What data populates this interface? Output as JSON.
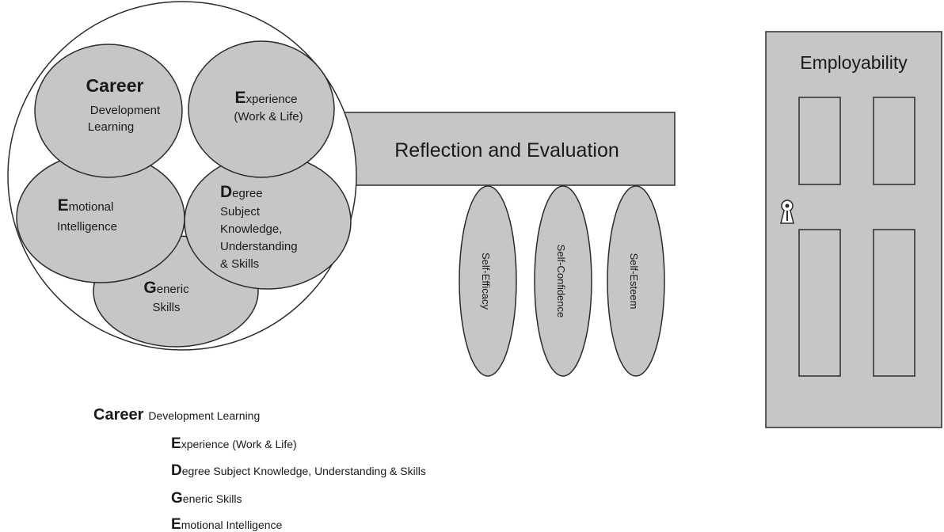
{
  "colors": {
    "fill": "#c6c6c6",
    "stroke": "#2b2b2b",
    "background": "#ffffff"
  },
  "key": {
    "career": {
      "initial": "Career",
      "rest": "Development Learning"
    },
    "experience": {
      "initial": "E",
      "rest": "xperience",
      "line2": "(Work & Life)"
    },
    "degree": {
      "initial": "D",
      "rest": "egree",
      "line2": "Subject",
      "line3": "Knowledge,",
      "line4": "Understanding",
      "line5": "& Skills"
    },
    "emotional": {
      "initial": "E",
      "rest": "motional",
      "line2": "Intelligence"
    },
    "generic": {
      "initial": "G",
      "rest": "eneric",
      "line2": "Skills"
    }
  },
  "career_line2": "Development",
  "career_line3": "Learning",
  "bar_label": "Reflection and Evaluation",
  "pillars": [
    "Self-Efficacy",
    "Self-Confidence",
    "Self-Esteem"
  ],
  "door": {
    "title": "Employability",
    "keyhole_icon": "keyhole-icon"
  },
  "legend": {
    "career": {
      "initial": "Career",
      "rest": "Development Learning"
    },
    "experience": {
      "initial": "E",
      "rest": "xperience (Work & Life)"
    },
    "degree": {
      "initial": "D",
      "rest": "egree Subject Knowledge, Understanding & Skills"
    },
    "generic": {
      "initial": "G",
      "rest": "eneric Skills"
    },
    "emotional": {
      "initial": "E",
      "rest": "motional Intelligence"
    }
  }
}
